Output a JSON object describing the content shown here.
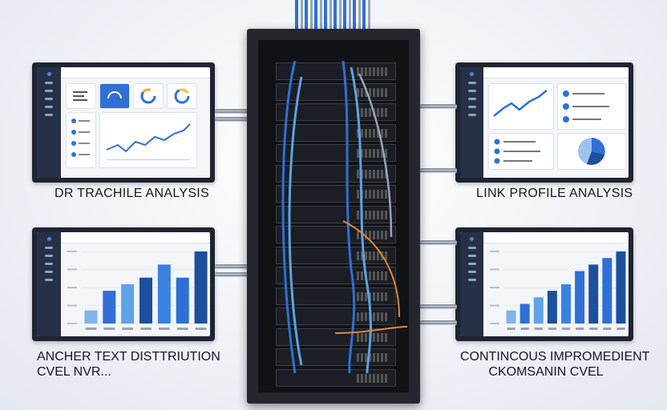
{
  "panels": [
    {
      "id": "top-left",
      "label": "DR TRACHILE ANALYSIS"
    },
    {
      "id": "top-right",
      "label": "LINK PROFILE ANALYSIS"
    },
    {
      "id": "bottom-left",
      "label_line1": "ANCHER TEXT DISTTRIUTION",
      "label_line2": "CVEL NVR..."
    },
    {
      "id": "bottom-right",
      "label_line1": "CONTINCOUS IMPROMEDIENT",
      "label_line2": "CKOMSANIN CVEL"
    }
  ],
  "chart_data": [
    {
      "type": "bar",
      "values": [
        2,
        5,
        6,
        7,
        9,
        7,
        11
      ]
    },
    {
      "type": "bar",
      "values": [
        2,
        3,
        4,
        5,
        6,
        8,
        9,
        10,
        11
      ]
    }
  ],
  "colors": {
    "accent": "#2f6fd6",
    "dark": "#1f2433",
    "light_blue": "#5fa2e6"
  }
}
